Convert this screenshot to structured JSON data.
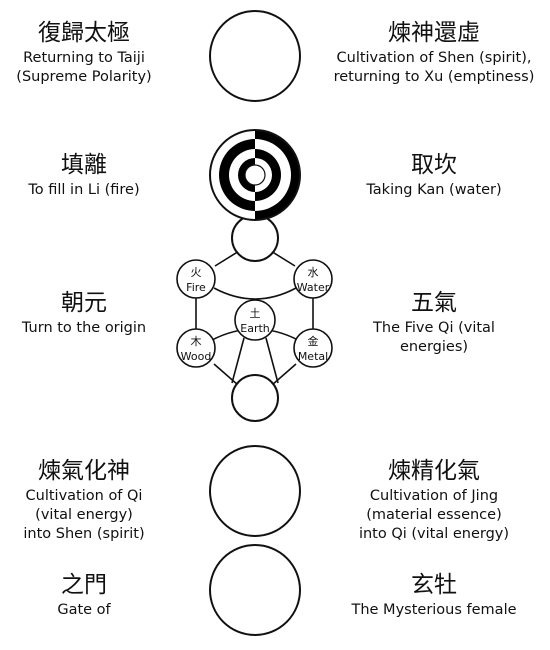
{
  "labels": {
    "l1": {
      "cn": "復歸太極",
      "en": [
        "Returning to Taiji",
        "(Supreme Polarity)"
      ]
    },
    "r1": {
      "cn": "煉神還虛",
      "en": [
        "Cultivation of Shen (spirit),",
        "returning to Xu (emptiness)"
      ]
    },
    "l2": {
      "cn": "填離",
      "en": [
        "To fill in Li (fire)"
      ]
    },
    "r2": {
      "cn": "取坎",
      "en": [
        "Taking Kan (water)"
      ]
    },
    "l3": {
      "cn": "朝元",
      "en": [
        "Turn to the origin"
      ]
    },
    "r3": {
      "cn": "五氣",
      "en": [
        "The Five Qi (vital",
        "energies)"
      ]
    },
    "l4": {
      "cn": "煉氣化神",
      "en": [
        "Cultivation of Qi",
        "(vital energy)",
        "into Shen (spirit)"
      ]
    },
    "r4": {
      "cn": "煉精化氣",
      "en": [
        "Cultivation of Jing",
        "(material essence)",
        "into Qi (vital energy)"
      ]
    },
    "l5": {
      "cn": "之門",
      "en": [
        "Gate of"
      ]
    },
    "r5": {
      "cn": "玄牡",
      "en": [
        "The Mysterious female"
      ]
    }
  },
  "elements": {
    "fire": {
      "cn": "火",
      "en": "Fire"
    },
    "water": {
      "cn": "水",
      "en": "Water"
    },
    "earth": {
      "cn": "土",
      "en": "Earth"
    },
    "wood": {
      "cn": "木",
      "en": "Wood"
    },
    "metal": {
      "cn": "金",
      "en": "Metal"
    }
  },
  "colors": {
    "stroke": "#111111",
    "fill": "#ffffff",
    "dark": "#000000"
  }
}
